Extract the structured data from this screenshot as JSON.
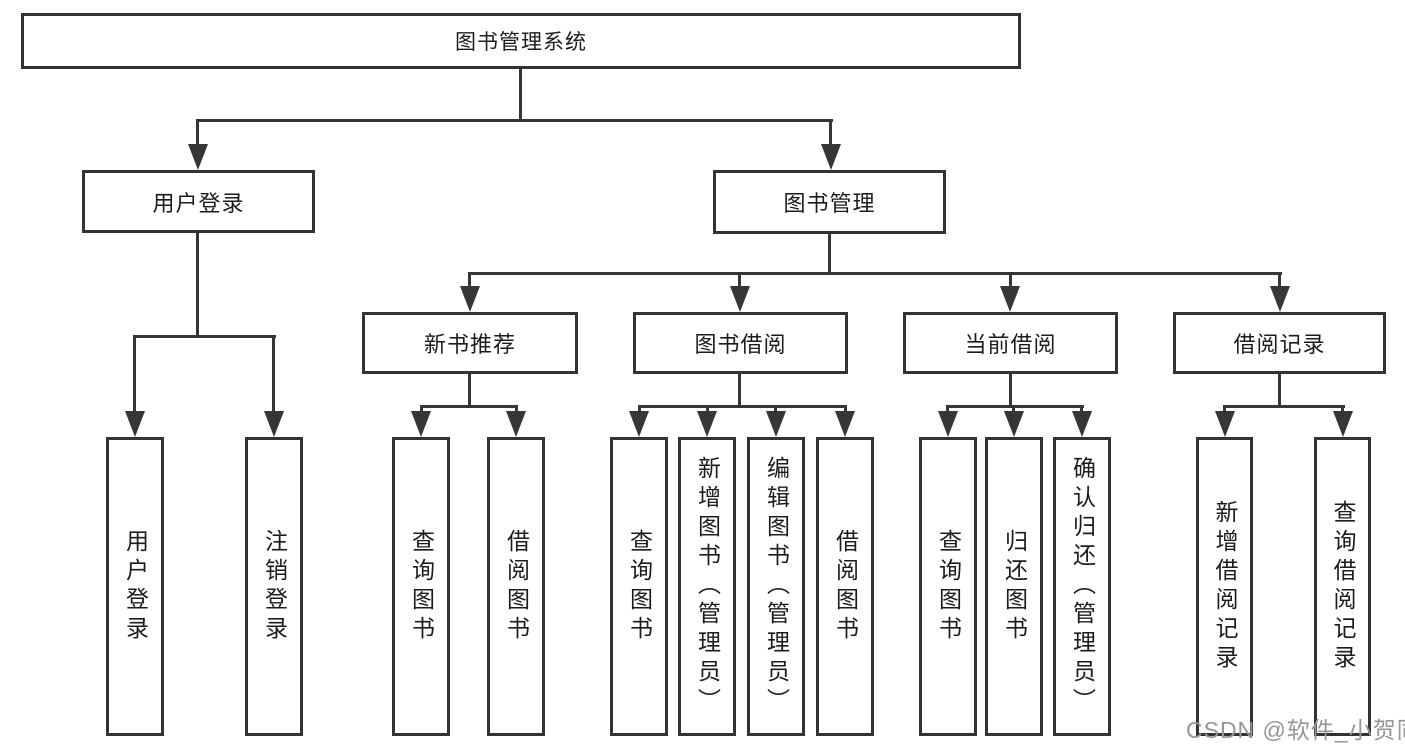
{
  "colors": {
    "line": "#363636",
    "box_border": "#333333",
    "text": "#1c1c1c",
    "watermark_text": "#969696",
    "background": "#ffffff"
  },
  "root": {
    "label": "图书管理系统"
  },
  "branches": [
    {
      "label": "用户登录",
      "children": [
        "用户登录",
        "注销登录"
      ]
    },
    {
      "label": "图书管理",
      "sections": [
        {
          "label": "新书推荐",
          "children": [
            "查询图书",
            "借阅图书"
          ]
        },
        {
          "label": "图书借阅",
          "children": [
            "查询图书",
            "新增图书（管理员）",
            "编辑图书（管理员）",
            "借阅图书"
          ]
        },
        {
          "label": "当前借阅",
          "children": [
            "查询图书",
            "归还图书",
            "确认归还（管理员）"
          ]
        },
        {
          "label": "借阅记录",
          "children": [
            "新增借阅记录",
            "查询借阅记录"
          ]
        }
      ]
    }
  ],
  "watermark": "CSDN @软件_小贺同学"
}
